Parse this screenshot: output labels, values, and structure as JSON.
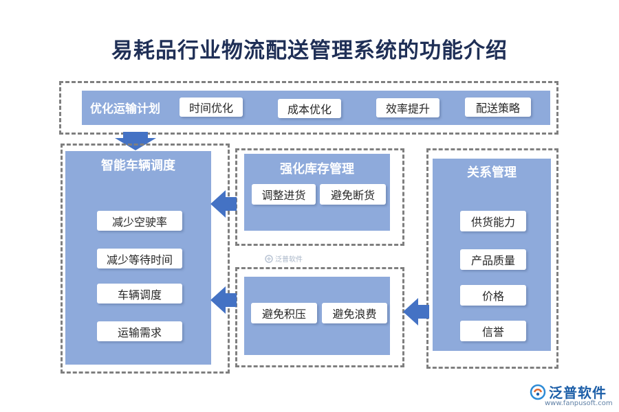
{
  "title": "易耗品行业物流配送管理系统的功能介绍",
  "top": {
    "label": "优化运输计划",
    "items": [
      "时间优化",
      "成本优化",
      "效率提升",
      "配送策略"
    ]
  },
  "vehicle": {
    "title": "智能车辆调度",
    "items": [
      "减少空驶率",
      "减少等待时间",
      "车辆调度",
      "运输需求"
    ]
  },
  "inventory": {
    "title": "强化库存管理",
    "items": [
      "调整进货",
      "避免断货"
    ]
  },
  "waste": {
    "items": [
      "避免积压",
      "避免浪费"
    ]
  },
  "relation": {
    "title": "关系管理",
    "items": [
      "供货能力",
      "产品质量",
      "价格",
      "信誉"
    ]
  },
  "watermark": {
    "center": "泛普软件",
    "brand": "泛普软件",
    "url": "www.fanpusoft.com"
  },
  "colors": {
    "panel": "#8eaadb",
    "arrow": "#4472c4",
    "title": "#1f2f56",
    "dash": "#7f7f7f"
  }
}
